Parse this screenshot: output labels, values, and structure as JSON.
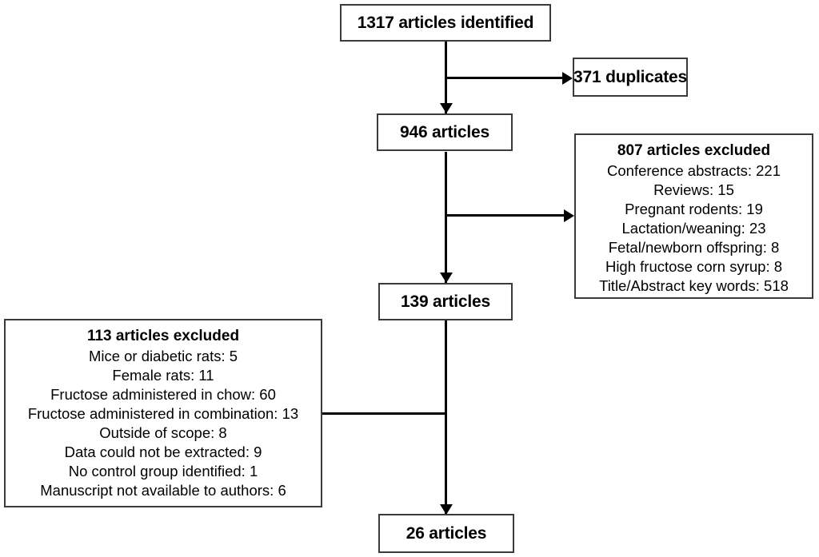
{
  "diagram": {
    "type": "prisma-flow-diagram",
    "title": "",
    "background_color": "#ffffff",
    "line_color": "#000000",
    "box_border_color": "#3a3a3a"
  },
  "nodes": {
    "identified": {
      "label": "1317 articles identified",
      "count": 1317
    },
    "after_duplicates": {
      "label": "946 articles",
      "count": 946
    },
    "after_screening": {
      "label": "139 articles",
      "count": 139
    },
    "included": {
      "label": "26 articles",
      "count": 26
    },
    "duplicates": {
      "label": "371 duplicates",
      "count": 371
    },
    "excluded_807": {
      "title": "807 articles excluded",
      "count": 807,
      "reasons": [
        "Conference abstracts: 221",
        "Reviews: 15",
        "Pregnant rodents: 19",
        "Lactation/weaning: 23",
        "Fetal/newborn offspring: 8",
        "High fructose corn syrup: 8",
        "Title/Abstract key words: 518"
      ]
    },
    "excluded_113": {
      "title": "113 articles excluded",
      "count": 113,
      "reasons": [
        "Mice or diabetic rats: 5",
        "Female rats: 11",
        "Fructose administered in chow: 60",
        "Fructose administered in combination: 13",
        "Outside of scope: 8",
        "Data could not be extracted: 9",
        "No control group identified: 1",
        "Manuscript not available to authors: 6"
      ]
    }
  }
}
